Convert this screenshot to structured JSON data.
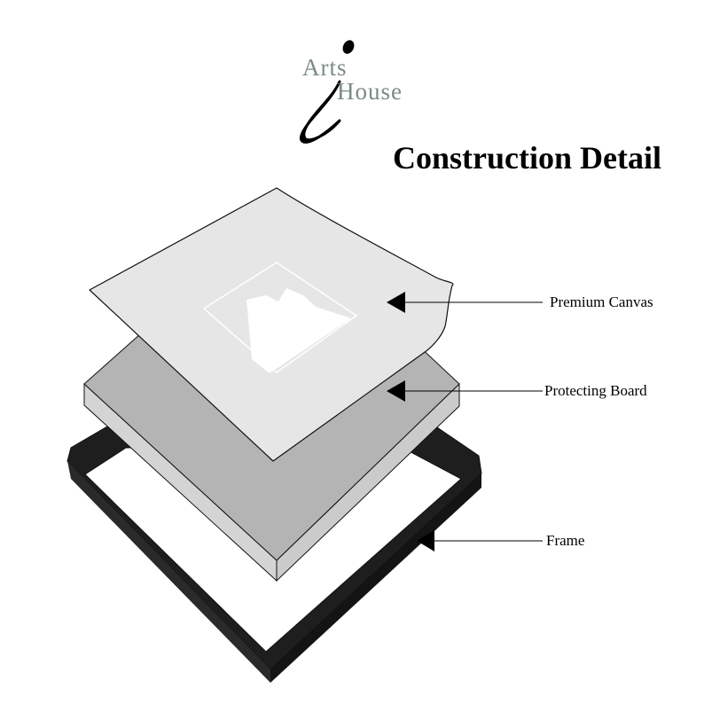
{
  "logo": {
    "word_top": "Arts",
    "word_bottom": "House",
    "letter": "i"
  },
  "title": "Construction Detail",
  "layers": [
    {
      "id": "canvas",
      "label": "Premium Canvas"
    },
    {
      "id": "board",
      "label": "Protecting Board"
    },
    {
      "id": "frame",
      "label": "Frame"
    }
  ],
  "colors": {
    "logo_text": "#7b8b87",
    "canvas_fill": "#e6e6e6",
    "board_top": "#b4b4b4",
    "board_side": "#d4d4d4",
    "frame": "#1e1e1e",
    "stroke": "#111111",
    "text": "#000000"
  }
}
